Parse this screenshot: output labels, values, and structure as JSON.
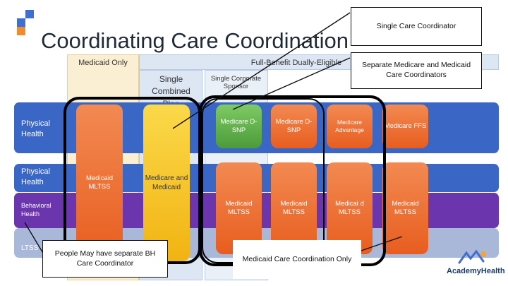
{
  "title": "Coordinating Care Coordination",
  "headers": {
    "medicaid_only": "Medicaid Only",
    "full_benefit": "Full-Benefit Dually-Eligible",
    "single_combined_plan": "Single Combined Plan",
    "single_corporate_sponsor": "Single Corporate Sponsor"
  },
  "rows": {
    "physical_health": "Physical Health",
    "physical_health_2": "Physical Health",
    "behavioral_health": "Behavioral Health",
    "ltss": "LTSS"
  },
  "boxes": {
    "medicaid_mltss": "Medicaid MLTSS",
    "medicare_and_medicaid": "Medicare and Medicaid",
    "medicare_dsnp_1": "Medicare D-SNP",
    "medicare_dsnp_2": "Medicare D-SNP",
    "medicare_advantage": "Medicare Advantage",
    "medicare_ffs": "Medicare FFS",
    "medicaid_mltss_2": "Medicaid MLTSS",
    "medicaid_mltss_3": "Medicaid MLTSS",
    "medicaid_mltss_4": "Medicai d MLTSS",
    "medicaid_mltss_5": "Medicaid MLTSS"
  },
  "callouts": {
    "single_care_coordinator": "Single Care Coordinator",
    "separate_coordinators": "Separate Medicare and Medicaid Care Coordinators",
    "separate_bh": "People May have separate BH Care Coordinator",
    "medicaid_only_coordination": "Medicaid Care Coordination Only"
  },
  "brand": "AcademyHealth",
  "colors": {
    "physical_band": "#3a67c6",
    "behavioral_band": "#6a35ad",
    "ltss_band": "#a9b8d8",
    "orange": "#e85d1f",
    "green": "#4c9a3a",
    "yellow": "#f1b312"
  }
}
